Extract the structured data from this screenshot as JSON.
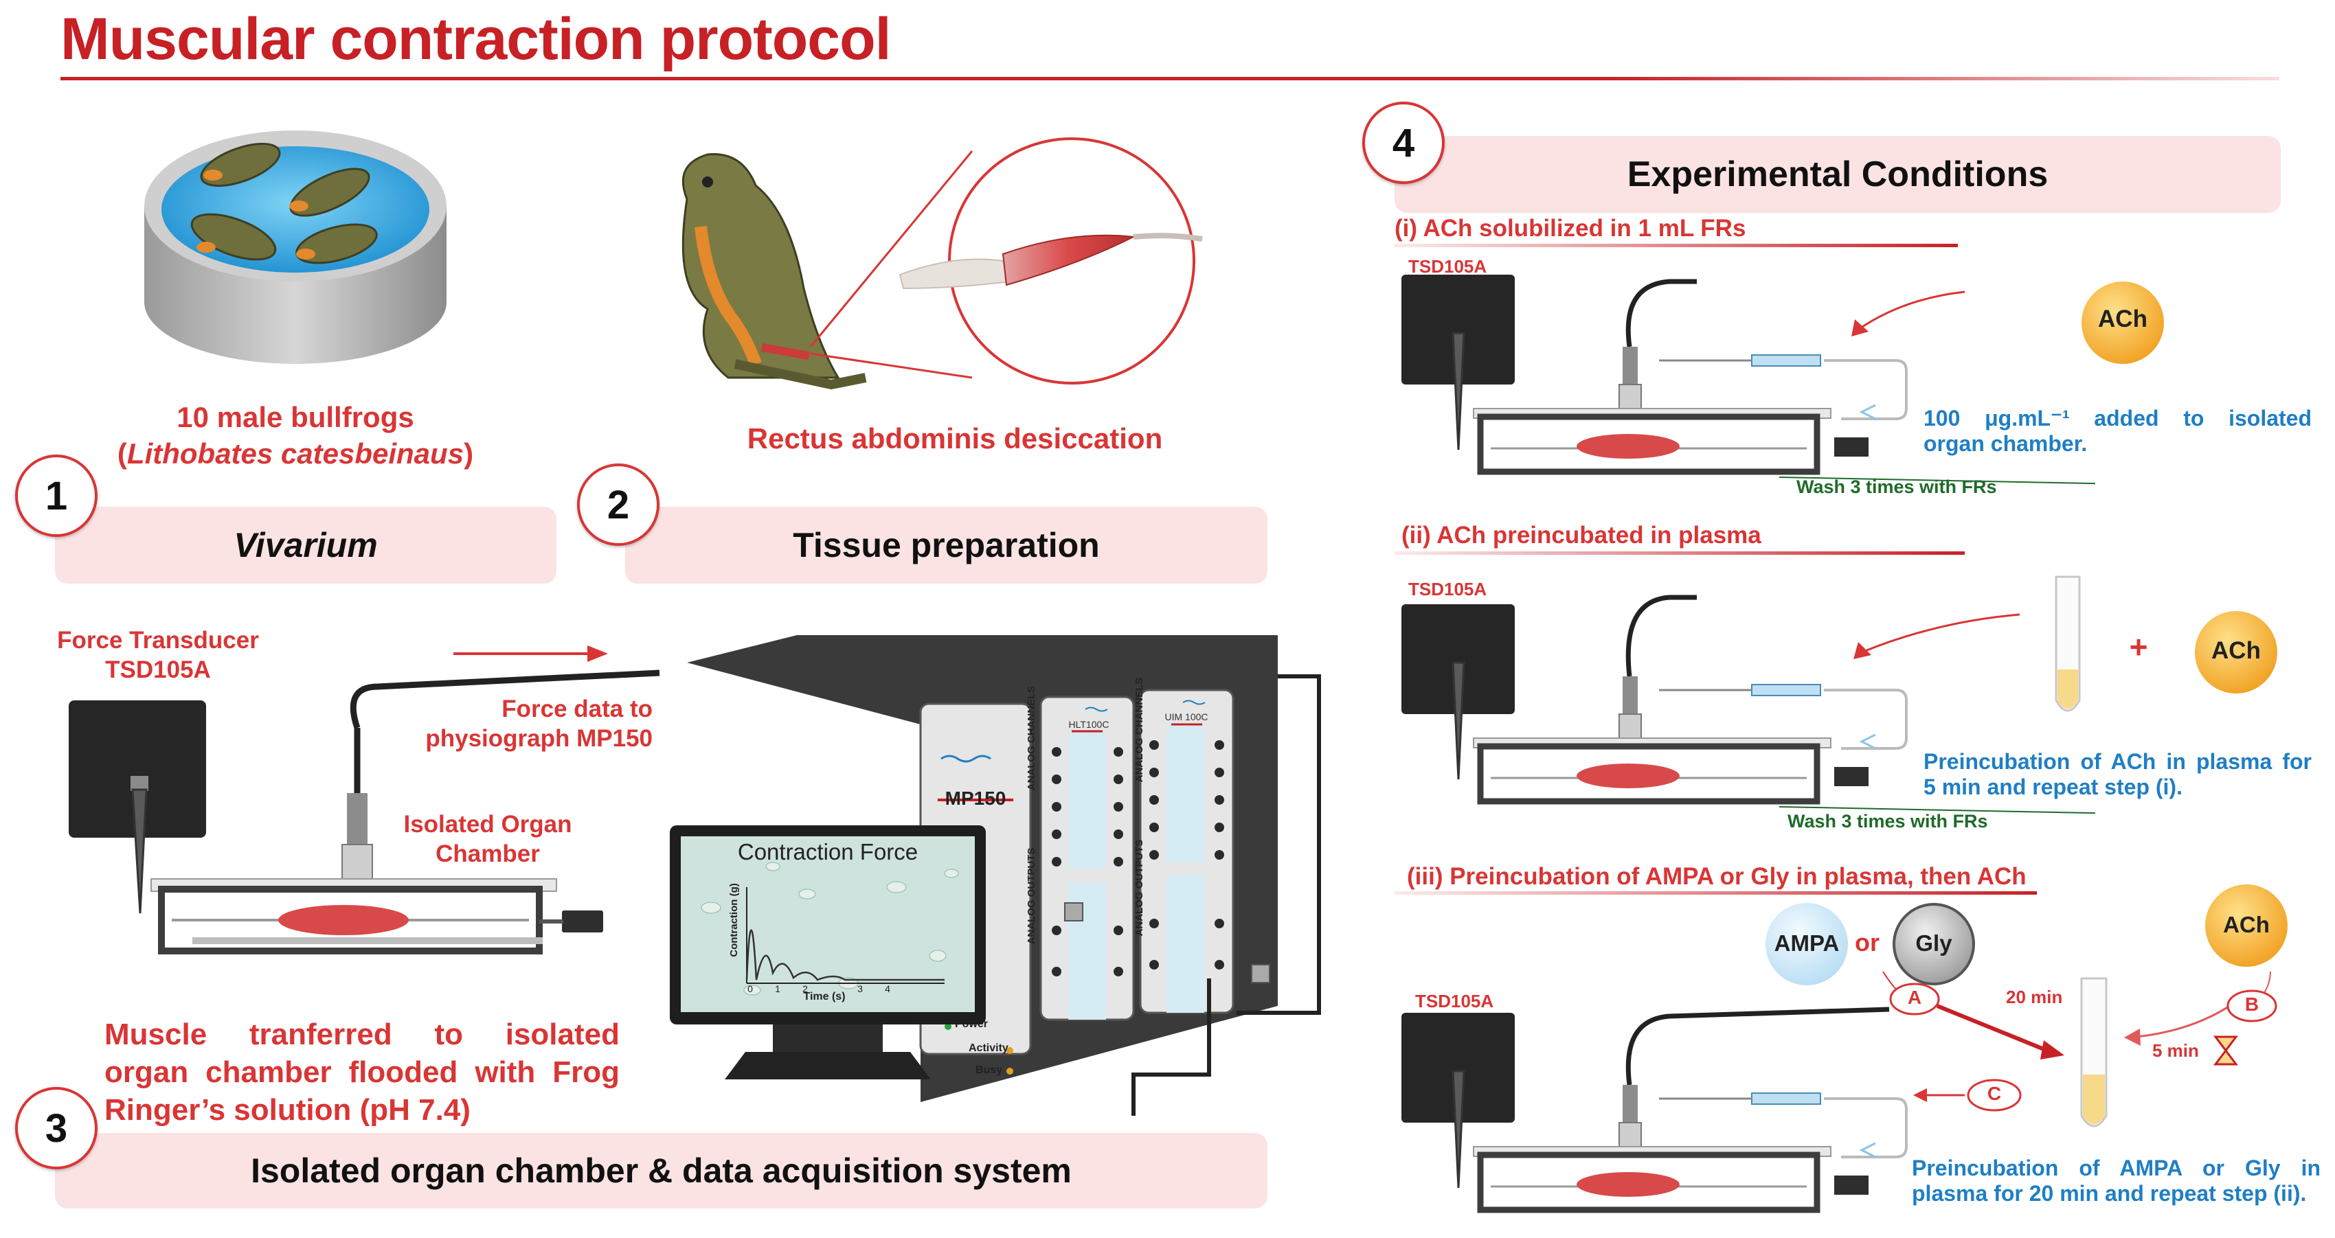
{
  "title": "Muscular contraction protocol",
  "steps": {
    "s1": {
      "num": "1",
      "label": "Vivarium"
    },
    "s2": {
      "num": "2",
      "label": "Tissue preparation"
    },
    "s3": {
      "num": "3",
      "label": "Isolated organ chamber & data acquisition system"
    },
    "s4": {
      "num": "4",
      "label": "Experimental Conditions"
    }
  },
  "vivarium": {
    "line1": "10 male bullfrogs",
    "line2_open": "(",
    "line2_species": "Lithobates catesbeinaus",
    "line2_close": ")"
  },
  "tissue": {
    "caption": "Rectus abdominis desiccation"
  },
  "setup": {
    "transducer_line1": "Force Transducer",
    "transducer_line2": "TSD105A",
    "force_data_line1": "Force data to",
    "force_data_line2": "physiograph MP150",
    "chamber_line1": "Isolated Organ",
    "chamber_line2": "Chamber",
    "muscle_line1": "Muscle tranferred to isolated",
    "muscle_line2": "organ chamber flooded with Frog",
    "muscle_line3": "Ringer’s solution (pH 7.4)"
  },
  "device": {
    "mp150": "MP150",
    "hlt": "HLT100C",
    "uim": "UIM 100C",
    "analog_channels": "ANALOG CHANNELS",
    "analog_outputs": "ANALOG OUTPUTS",
    "power": "Power",
    "activity": "Activity",
    "busy": "Busy"
  },
  "monitor": {
    "title": "Contraction Force",
    "ylabel": "Contraction (g)",
    "xlabel": "Time (s)",
    "xticks": [
      "0",
      "1",
      "2",
      "3",
      "4"
    ]
  },
  "conditions": {
    "c1": {
      "heading": "(i) ACh solubilized in 1 mL FRs",
      "tsd": "TSD105A",
      "ach": "ACh",
      "note_line1": "100 μg.mL⁻¹ added to isolated",
      "note_line2": "organ chamber.",
      "wash": "Wash 3 times with FRs"
    },
    "c2": {
      "heading": "(ii) ACh preincubated in plasma",
      "tsd": "TSD105A",
      "plus": "+",
      "ach": "ACh",
      "note_line1": "Preincubation of ACh in plasma for",
      "note_line2": "5 min and repeat step (i).",
      "wash": "Wash 3 times with FRs"
    },
    "c3": {
      "heading": "(iii) Preincubation of AMPA or Gly in plasma, then ACh",
      "tsd": "TSD105A",
      "ampa": "AMPA",
      "or": "or",
      "gly": "Gly",
      "ach": "ACh",
      "a": "A",
      "b": "B",
      "c": "C",
      "t20": "20 min",
      "t5": "5 min",
      "note_line1": "Preincubation of AMPA or Gly in",
      "note_line2": "plasma for 20 min and repeat step (ii)."
    }
  }
}
